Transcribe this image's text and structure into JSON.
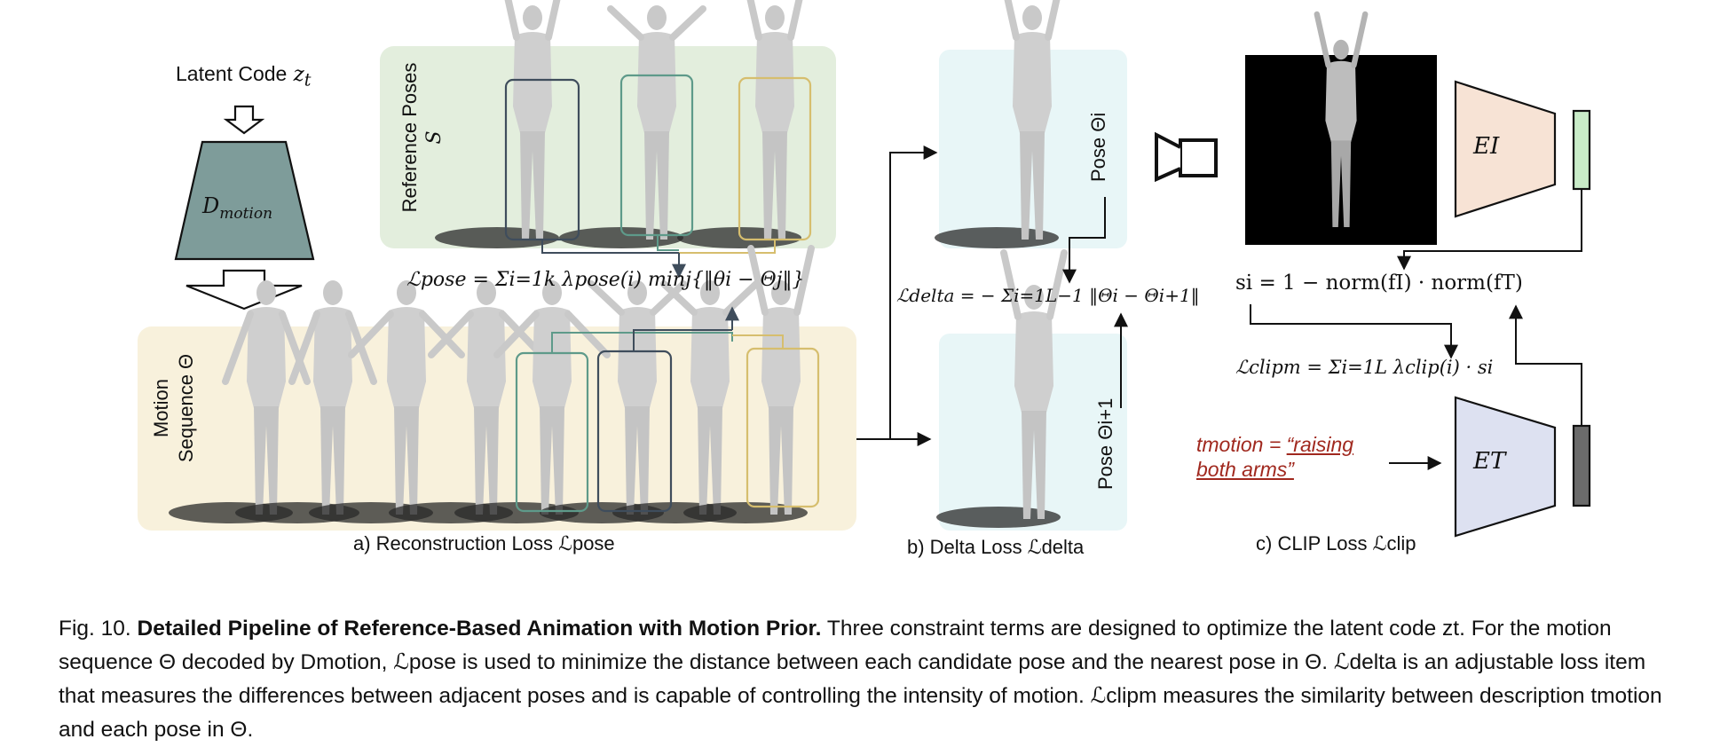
{
  "figure": {
    "latent": {
      "label": "Latent Code",
      "symbol": "z",
      "sub": "t"
    },
    "decoder": {
      "symbol": "D",
      "sub": "motion"
    },
    "reference": {
      "label_line1": "Reference Poses",
      "label_line2": "S"
    },
    "motion": {
      "label_line1": "Motion",
      "label_line2": "Sequence Θ"
    },
    "pose_loss": {
      "formula": "ℒpose = Σi=1k λpose(i) minj{‖θi − Θj‖}"
    },
    "delta_loss": {
      "formula": "ℒdelta = − Σi=1L−1 ‖Θi − Θi+1‖",
      "pose_i": "Pose Θi",
      "pose_i1": "Pose Θi+1"
    },
    "clip": {
      "EI": "EI",
      "ET": "ET",
      "score": "si = 1 − norm(fI) · norm(fT)",
      "loss": "ℒclipm = Σi=1L λclip(i) · si",
      "text_prefix": "tmotion = ",
      "text_quote": "“raising both arms”"
    },
    "panel_captions": {
      "a": "a) Reconstruction Loss ℒpose",
      "b": "b) Delta Loss ℒdelta",
      "c": "c) CLIP Loss ℒclip"
    },
    "colors": {
      "decoder": "#7e9c9a",
      "reference_bg": "#e3eedd",
      "motion_bg": "#f8f1dc",
      "delta_bg": "#e8f6f7",
      "EI": "#f7e3d5",
      "ET": "#dde1f1",
      "EI_vec": "#c9ecc8",
      "ET_vec": "#6b6b6b",
      "text_red": "#a0281e",
      "box_dark": "#3f4d5c",
      "box_teal": "#5e9a8a",
      "box_yellow": "#d6be6e"
    }
  },
  "caption": {
    "fig": "Fig. 10.",
    "title": "Detailed Pipeline of Reference-Based Animation with Motion Prior.",
    "body": "Three constraint terms are designed to optimize the latent code zt. For the motion sequence Θ decoded by Dmotion, ℒpose is used to minimize the distance between each candidate pose and the nearest pose in Θ. ℒdelta is an adjustable loss item that measures the differences between adjacent poses and is capable of controlling the intensity of motion. ℒclipm measures the similarity between description tmotion and each pose in Θ."
  }
}
